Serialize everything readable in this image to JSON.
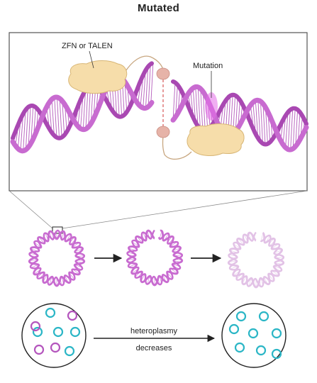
{
  "title": "Mutated",
  "labels": {
    "nuclease": "ZFN or TALEN",
    "mutation": "Mutation",
    "arrow_top": "heteroplasmy",
    "arrow_bottom": "decreases"
  },
  "colors": {
    "dna_strand": "#c86bd0",
    "dna_strand_dark": "#a948b2",
    "protein": "#f6ddaa",
    "protein_stroke": "#d8b676",
    "cut_end": "#e6b3a8",
    "cut_line": "#dd6f6f",
    "wild_type_mtdna": "#2bb6c6",
    "mutant_mtdna": "#b455bd",
    "faded_ring": "#e2c2e6"
  },
  "icons": {
    "magnify_box": "zoom-box-icon",
    "right_arrow": "arrow-right-icon"
  },
  "cell_before": {
    "wild_type_count": 5,
    "mutant_count": 4
  },
  "cell_after": {
    "wild_type_count": 8,
    "mutant_count": 0
  }
}
